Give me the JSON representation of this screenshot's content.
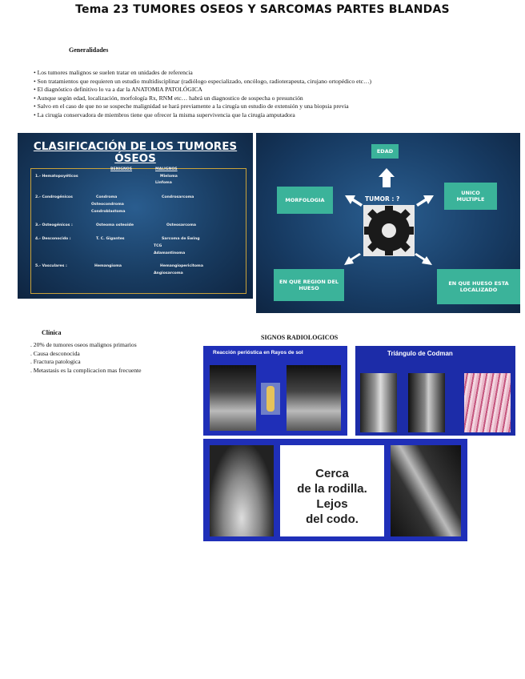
{
  "title": "Tema 23 TUMORES OSEOS Y SARCOMAS PARTES BLANDAS",
  "generalidades": {
    "heading": "Generalidades",
    "items": [
      "Los tumores malignos se suelen tratar en unidades de referencia",
      "Son tratamientos que requieren un estudio multidisciplinar (radiólogo especializado, oncólogo, radioterapeuta, cirujano ortopédico etc…)",
      "El diagnóstico definitivo lo va a dar la ANATOMIA PATOLÓGICA",
      "Aunque según edad, localización, morfología Rx, RNM etc… habrá un diagnostico de sospecha o presunción",
      "Salvo en el caso de que no se sospeche malignidad se hará previamente a la cirugía un estudio de extensión y una biopsia previa",
      "La cirugía conservadora de miembros tiene que ofrecer la misma supervivencia que la cirugía amputadora"
    ]
  },
  "classification_slide": {
    "title_line1": "CLASIFICACIÓN DE LOS TUMORES",
    "title_line2": "ÓSEOS",
    "col_benign": "BENIGNOS",
    "col_malign": "MALIGNOS",
    "r1_label": "1.- Hematopoyéticos",
    "r1_m1": "Mieloma",
    "r1_m2": "Linfoma",
    "r2_label": "2.- Condrogénicos",
    "r2_b1": "Condroma",
    "r2_b2": "Osteocondroma",
    "r2_b3": "Condroblastoma",
    "r2_m1": "Condrosarcoma",
    "r3_label": "3.- Osteogénicos :",
    "r3_b1": "Osteoma osteoide",
    "r3_m1": "Osteosarcoma",
    "r4_label": "4.- Desconocido :",
    "r4_b1": "T. C. Gigantes",
    "r4_m1": "Sarcoma de Ewing",
    "r4_m2": "TCG",
    "r4_m3": "Adamantinoma",
    "r5_label": "5.- Vasculares :",
    "r5_b1": "Hemangioma",
    "r5_m1": "Hemangiopericitoma",
    "r5_m2": "Angiosarcoma"
  },
  "tumor_slide": {
    "center": "TUMOR : ?",
    "edad": "EDAD",
    "morfologia": "MORFOLOGIA",
    "unico": "UNICO MULTIPLE",
    "region": "EN QUE REGION DEL HUESO",
    "hueso": "EN QUE HUESO ESTA LOCALIZADO"
  },
  "clinica": {
    "heading": "Clínica",
    "items": [
      "20% de tumores oseos malignos primarios",
      "Causa desconocida",
      "Fractura patologica",
      "Metastasis es la complicacion mas frecuente"
    ]
  },
  "signos": {
    "heading": "SIGNOS RADIOLOGICOS",
    "panel1_title": "Reacción perióstica en Rayos de sol",
    "panel2_title": "Triángulo de Codman",
    "panel3_text_line1": "Cerca",
    "panel3_text_line2": "de la rodilla.",
    "panel3_text_line3": "Lejos",
    "panel3_text_line4": "del codo."
  },
  "colors": {
    "slide_blue": "#183b60",
    "box_green": "#3bb39a",
    "panel_blue": "#1f2fb8"
  }
}
